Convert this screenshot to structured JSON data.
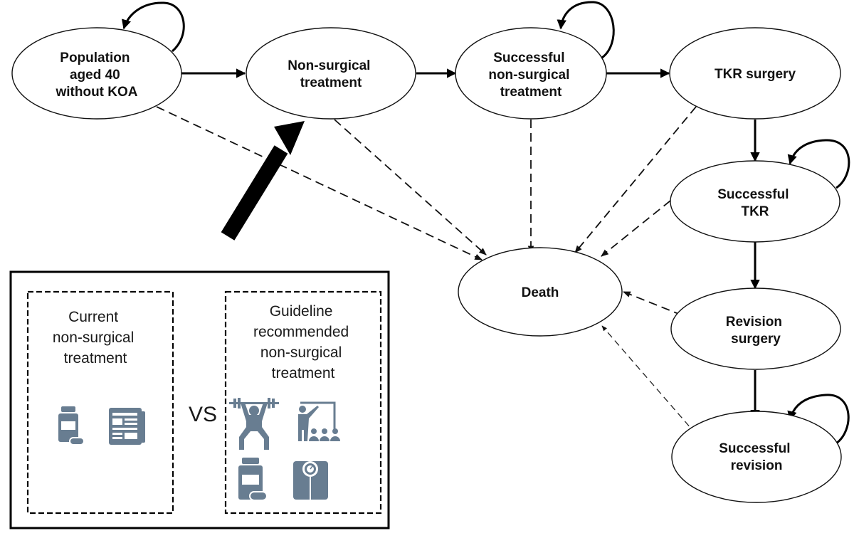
{
  "diagram": {
    "title": "Markov model of knee osteoarthritis treatment pathways",
    "nodes": {
      "population": {
        "lines": [
          "Population",
          "aged 40",
          "without KOA"
        ]
      },
      "non_surgical": {
        "lines": [
          "Non-surgical",
          "treatment"
        ]
      },
      "successful_non_surgical": {
        "lines": [
          "Successful",
          "non-surgical",
          "treatment"
        ]
      },
      "tkr_surgery": {
        "lines": [
          "TKR surgery"
        ]
      },
      "successful_tkr": {
        "lines": [
          "Successful",
          "TKR"
        ]
      },
      "death": {
        "lines": [
          "Death"
        ]
      },
      "revision_surgery": {
        "lines": [
          "Revision",
          "surgery"
        ]
      },
      "successful_revision": {
        "lines": [
          "Successful",
          "revision"
        ]
      }
    },
    "transitions_solid": [
      [
        "population",
        "non_surgical"
      ],
      [
        "non_surgical",
        "successful_non_surgical"
      ],
      [
        "successful_non_surgical",
        "tkr_surgery"
      ],
      [
        "tkr_surgery",
        "successful_tkr"
      ],
      [
        "successful_tkr",
        "revision_surgery"
      ],
      [
        "revision_surgery",
        "successful_revision"
      ]
    ],
    "self_loops": [
      "population",
      "successful_non_surgical",
      "successful_tkr",
      "successful_revision"
    ],
    "transitions_to_death": [
      "population",
      "non_surgical",
      "successful_non_surgical",
      "tkr_surgery",
      "successful_tkr",
      "revision_surgery",
      "successful_revision"
    ],
    "comparison": {
      "left_box": {
        "lines": [
          "Current",
          "non-surgical",
          "treatment"
        ],
        "icons": [
          "medication-bottle-icon",
          "newspaper-icon"
        ]
      },
      "vs_label": "VS",
      "right_box": {
        "lines": [
          "Guideline",
          "recommended",
          "non-surgical",
          "treatment"
        ],
        "icons": [
          "weightlifting-exercise-icon",
          "education-class-icon",
          "medication-bottle-icon",
          "weight-scale-icon"
        ]
      }
    },
    "colors": {
      "icon": "#687d91",
      "stroke": "#000000"
    }
  }
}
